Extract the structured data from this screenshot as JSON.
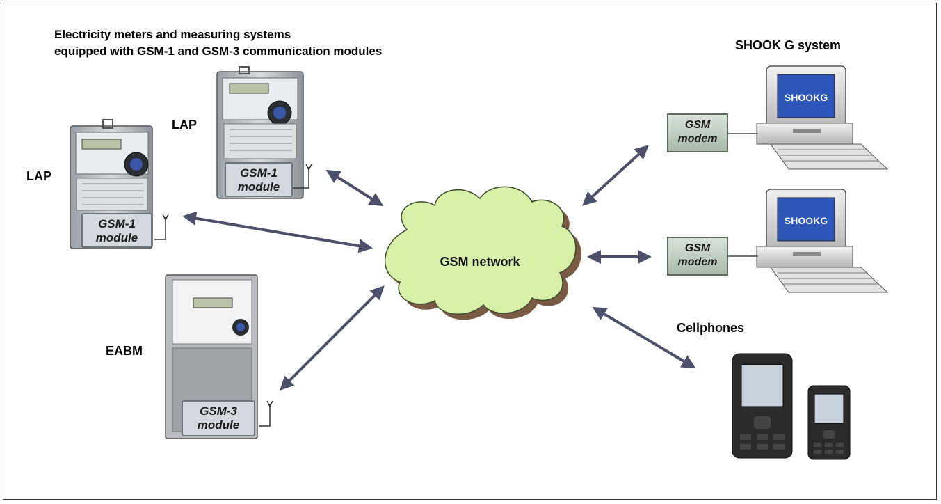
{
  "header": {
    "title_line1": "Electricity meters and measuring systems",
    "title_line2": "equipped with  GSM-1 and GSM-3 communication modules"
  },
  "meters": {
    "lap_left": {
      "label": "LAP",
      "module_line1": "GSM-1",
      "module_line2": "module"
    },
    "lap_top": {
      "label": "LAP",
      "module_line1": "GSM-1",
      "module_line2": "module"
    },
    "eabm": {
      "label": "EABM",
      "module_line1": "GSM-3",
      "module_line2": "module"
    }
  },
  "network": {
    "label": "GSM network"
  },
  "system": {
    "title": "SHOOK G system",
    "screen_text": "SHOOKG",
    "modem_line1": "GSM",
    "modem_line2": "modem"
  },
  "cellphones": {
    "label": "Cellphones"
  },
  "colors": {
    "arrow": "#4d4f6b",
    "cloud_fill": "#d8f0a8",
    "cloud_stroke": "#3a4a2a",
    "screen": "#2e56b8"
  }
}
